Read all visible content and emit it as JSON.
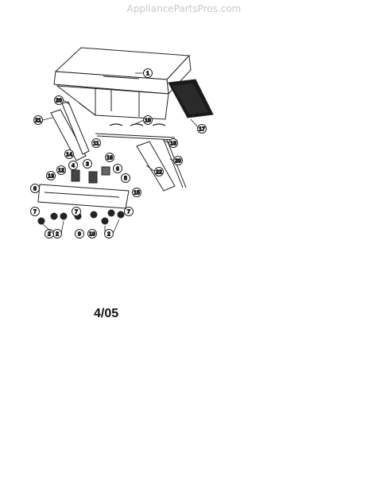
{
  "watermark": "AppliancePartsPros.com",
  "date_code": "4/05",
  "callouts": [
    "1",
    "2",
    "2",
    "2",
    "3",
    "4",
    "5",
    "6",
    "7",
    "7",
    "7",
    "8",
    "9",
    "10",
    "11",
    "12",
    "13",
    "14",
    "15",
    "16",
    "17",
    "18",
    "19",
    "20",
    "20",
    "21",
    "22"
  ]
}
